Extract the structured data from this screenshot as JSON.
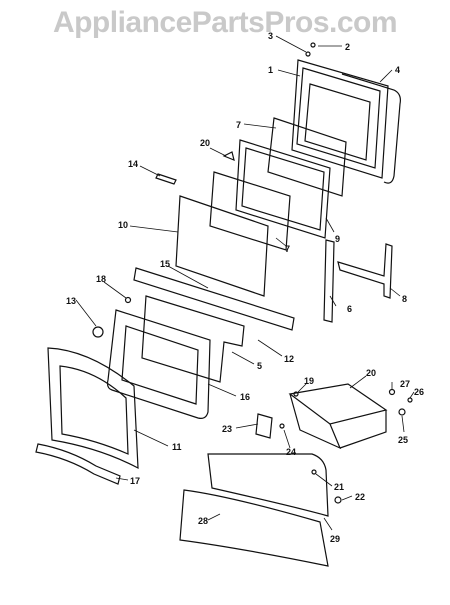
{
  "watermark": "AppliancePartsPros.com",
  "part_labels": [
    "1",
    "2",
    "3",
    "4",
    "5",
    "6",
    "7",
    "7",
    "8",
    "9",
    "10",
    "11",
    "12",
    "13",
    "14",
    "15",
    "16",
    "17",
    "18",
    "19",
    "20",
    "20",
    "21",
    "22",
    "23",
    "24",
    "25",
    "26",
    "27",
    "28",
    "29"
  ]
}
